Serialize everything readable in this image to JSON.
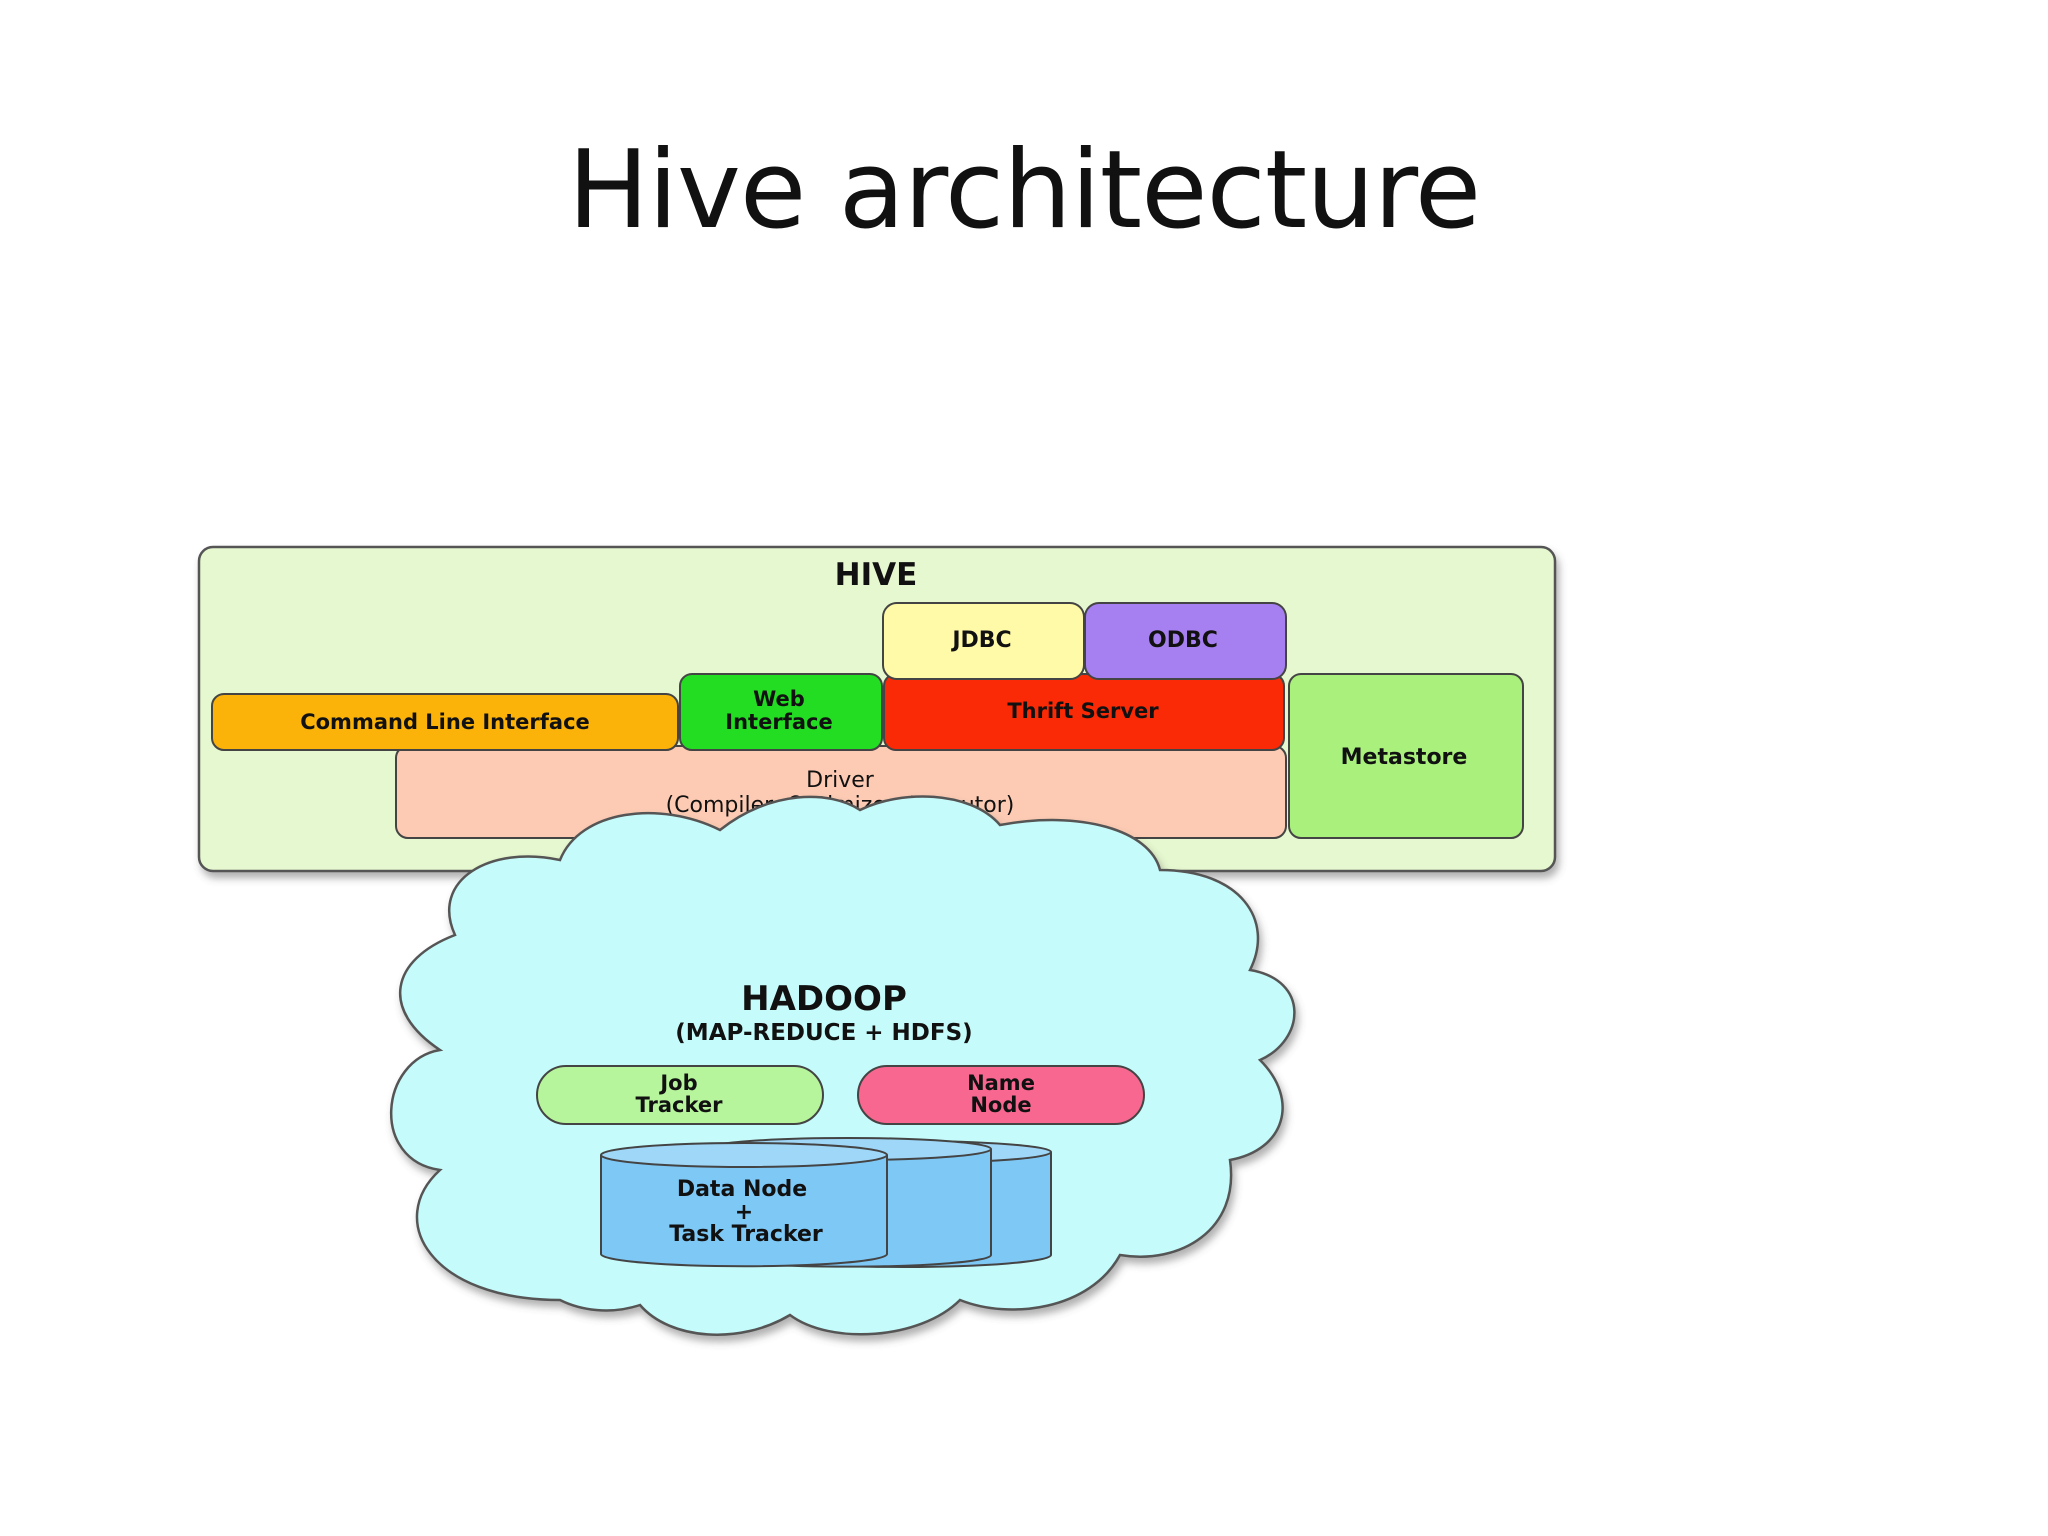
{
  "slide": {
    "title": "Hive architecture"
  },
  "hive": {
    "title": "HIVE",
    "jdbc": "JDBC",
    "odbc": "ODBC",
    "cli": "Command Line Interface",
    "web_line1": "Web",
    "web_line2": "Interface",
    "thrift": "Thrift Server",
    "metastore": "Metastore",
    "driver_line1": "Driver",
    "driver_line2": "(Compiler, Optimizer, Executor)"
  },
  "hadoop": {
    "title": "HADOOP",
    "subtitle": "(MAP-REDUCE + HDFS)",
    "job_line1": "Job",
    "job_line2": "Tracker",
    "name_line1": "Name",
    "name_line2": "Node",
    "data_line1": "Data Node",
    "data_line2": "+",
    "data_line3": "Task Tracker"
  },
  "colors": {
    "hive_bg": "#e6f8cf",
    "jdbc": "#fffaa8",
    "odbc": "#a680f0",
    "cli": "#fbb30a",
    "web": "#22dd22",
    "thrift": "#fa2a06",
    "metastore": "#a9f07c",
    "driver": "#fdcbb4",
    "cloud": "#c6fbfb",
    "job": "#b6f59b",
    "name": "#f86790",
    "datanode": "#7ec8f6",
    "arrow": "#a88ef2"
  }
}
